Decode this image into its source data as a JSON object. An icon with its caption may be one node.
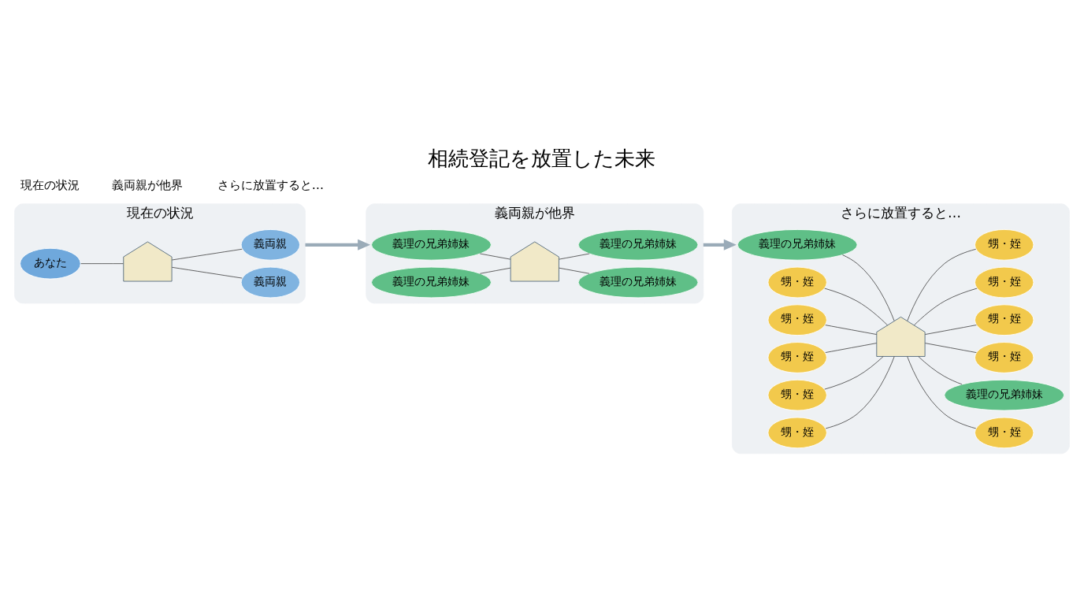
{
  "diagram": {
    "title": "相続登記を放置した未来",
    "nodes": [
      {
        "text": [
          "現在の状況"
        ]
      },
      {
        "text": [],
        "shape": "picture",
        "in": 0
      },
      {
        "text": [
          "義両親"
        ],
        "in": 0
      },
      {
        "text": [
          "あなた"
        ],
        "in": 0
      },
      {
        "text": [
          "義両親"
        ],
        "in": 0
      },
      {
        "text": [
          "義両親が他界"
        ]
      },
      {
        "text": [],
        "shape": "picture",
        "in": 5
      },
      {
        "text": [
          "義理の兄弟姉妹"
        ],
        "in": 5
      },
      {
        "text": [
          "義理の兄弟姉妹"
        ],
        "in": 5
      },
      {
        "text": [
          "義理の兄弟姉妹"
        ],
        "in": 5
      },
      {
        "text": [
          "義理の兄弟姉妹"
        ],
        "in": 5
      },
      {
        "text": [
          "さらに放置すると…"
        ]
      },
      {
        "text": [],
        "shape": "picture",
        "in": 11
      },
      {
        "text": [
          "義理の兄弟姉妹"
        ],
        "in": 11
      },
      {
        "text": [
          "甥・姪"
        ],
        "in": 11
      },
      {
        "text": [
          "甥・姪"
        ],
        "in": 11
      },
      {
        "text": [
          "義理の兄弟姉妹"
        ],
        "in": 11
      },
      {
        "text": [
          "甥・姪"
        ],
        "in": 11
      },
      {
        "text": [
          "甥・姪"
        ],
        "in": 11
      },
      {
        "text": [
          "甥・姪"
        ],
        "in": 11
      },
      {
        "text": [
          "甥・姪"
        ],
        "in": 11
      },
      {
        "text": [
          "甥・姪"
        ],
        "in": 11
      },
      {
        "text": [
          "甥・姪"
        ],
        "in": 11
      },
      {
        "text": [
          "甥・姪"
        ],
        "in": 11
      },
      {
        "text": [
          "甥・姪"
        ],
        "in": 11
      }
    ],
    "edges": [
      {
        "from": 1,
        "to": 2,
        "arrow": "none"
      },
      {
        "from": 1,
        "to": 3,
        "arrow": "none"
      },
      {
        "from": 1,
        "to": 4,
        "arrow": "none"
      },
      {
        "from": 6,
        "to": 7,
        "arrow": "none"
      },
      {
        "from": 6,
        "to": 8,
        "arrow": "none"
      },
      {
        "from": 6,
        "to": 9,
        "arrow": "none"
      },
      {
        "from": 6,
        "to": 10,
        "arrow": "none"
      },
      {
        "from": 12,
        "to": 13,
        "arrow": "none"
      },
      {
        "from": 12,
        "to": 14,
        "arrow": "none"
      },
      {
        "from": 12,
        "to": 15,
        "arrow": "none"
      },
      {
        "from": 12,
        "to": 16,
        "arrow": "none"
      },
      {
        "from": 12,
        "to": 17,
        "arrow": "none"
      },
      {
        "from": 12,
        "to": 18,
        "arrow": "none"
      },
      {
        "from": 12,
        "to": 19,
        "arrow": "none"
      },
      {
        "from": 12,
        "to": 20,
        "arrow": "none"
      },
      {
        "from": 12,
        "to": 21,
        "arrow": "none"
      },
      {
        "from": 12,
        "to": 22,
        "arrow": "none"
      },
      {
        "from": 12,
        "to": 23,
        "arrow": "none"
      },
      {
        "from": 12,
        "to": 24,
        "arrow": "none"
      },
      {
        "from": 0,
        "to": 5,
        "arrow": "to",
        "style": "thick",
        "color": "#9aabb8"
      },
      {
        "from": 5,
        "to": 11,
        "arrow": "to",
        "style": "thick",
        "color": "#9aabb8"
      }
    ],
    "labels": [
      "現在の状況",
      "義両親が他界",
      "さらに放置すると…"
    ]
  }
}
